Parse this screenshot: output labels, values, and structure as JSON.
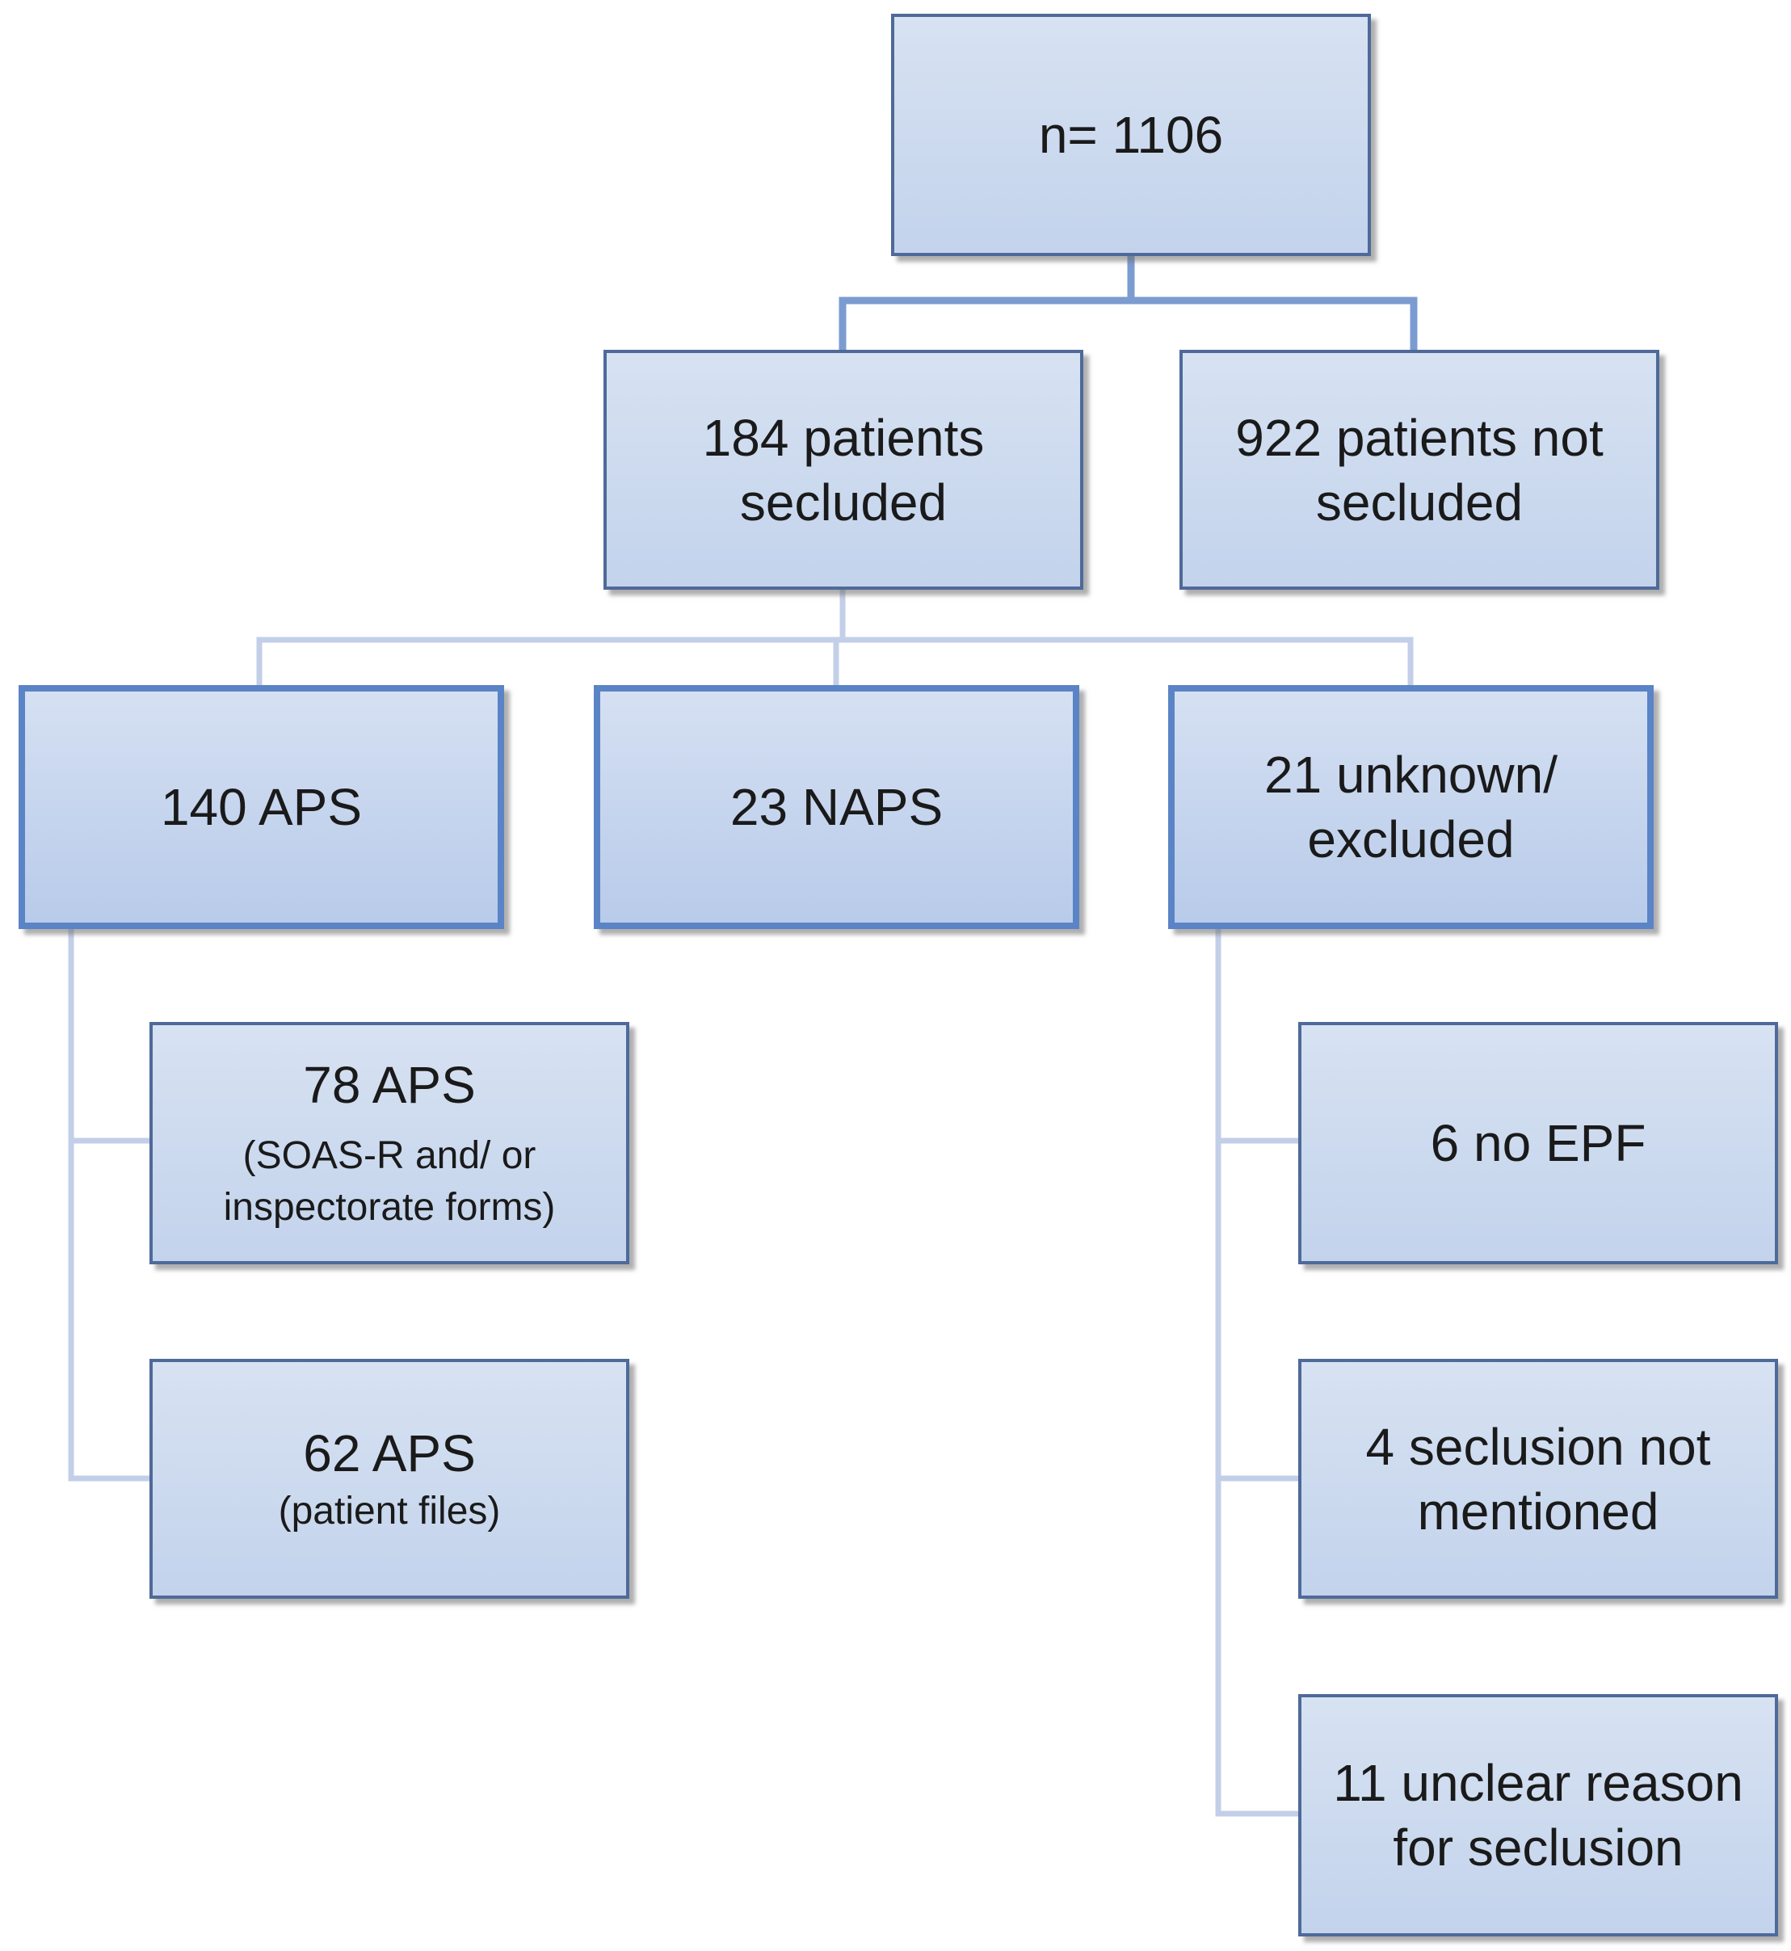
{
  "nodes": {
    "total": {
      "label": "n= 1106"
    },
    "secluded": {
      "label_line1": "184 patients",
      "label_line2": "secluded"
    },
    "not_secluded": {
      "label_line1": "922 patients not",
      "label_line2": "secluded"
    },
    "aps": {
      "label": "140 APS"
    },
    "naps": {
      "label": "23 NAPS"
    },
    "unknown": {
      "label_line1": "21 unknown/",
      "label_line2": "excluded"
    },
    "aps_78": {
      "label": "78 APS",
      "note_line1": "(SOAS-R and/ or",
      "note_line2": "inspectorate forms)"
    },
    "aps_62": {
      "label": "62 APS",
      "note": "(patient files)"
    },
    "no_epf": {
      "label": "6 no EPF"
    },
    "not_mentioned": {
      "label_line1": "4 seclusion not",
      "label_line2": "mentioned"
    },
    "unclear": {
      "label_line1": "11 unclear reason",
      "label_line2": "for seclusion"
    }
  }
}
